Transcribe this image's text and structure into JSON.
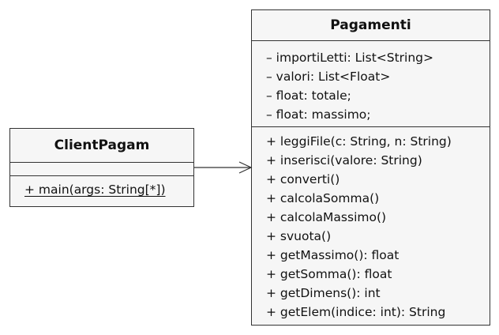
{
  "diagram": {
    "classes": {
      "client": {
        "name": "ClientPagam",
        "attributes": [],
        "operations": [
          {
            "text": "+ main(args: String[*])",
            "static": true
          }
        ]
      },
      "pagamenti": {
        "name": "Pagamenti",
        "attributes": [
          {
            "text": "– importiLetti: List<String>"
          },
          {
            "text": "– valori: List<Float>"
          },
          {
            "text": "– float: totale;"
          },
          {
            "text": "– float: massimo;"
          }
        ],
        "operations": [
          {
            "text": "+ leggiFile(c: String, n: String)"
          },
          {
            "text": "+ inserisci(valore: String)"
          },
          {
            "text": "+ converti()"
          },
          {
            "text": "+ calcolaSomma()"
          },
          {
            "text": "+ calcolaMassimo()"
          },
          {
            "text": "+ svuota()"
          },
          {
            "text": "+ getMassimo(): float"
          },
          {
            "text": "+ getSomma(): float"
          },
          {
            "text": "+ getDimens(): int"
          },
          {
            "text": "+ getElem(indice: int): String"
          }
        ]
      }
    },
    "relationships": [
      {
        "from": "ClientPagam",
        "to": "Pagamenti",
        "type": "directed-association"
      }
    ]
  }
}
